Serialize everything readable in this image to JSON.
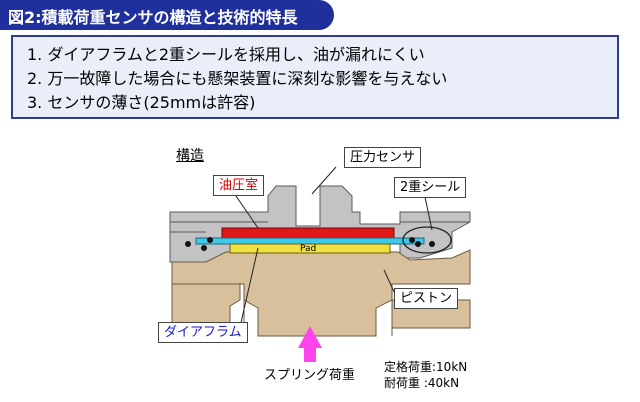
{
  "title": "図2:積載荷重センサの構造と技術的特長",
  "features": [
    "1. ダイアフラムと2重シールを採用し、油が漏れにくい",
    "2. 万一故障した場合にも懸架装置に深刻な影響を与えない",
    "3. センサの薄さ(25mmは許容)"
  ],
  "diagram": {
    "section_label": "構造",
    "pressure_sensor": "圧力センサ",
    "oil_chamber": "油圧室",
    "double_seal": "2重シール",
    "pad": "Pad",
    "piston": "ピストン",
    "diaphragm": "ダイアフラム",
    "spring_load": "スプリング荷重"
  },
  "ratings": {
    "rated_load": "定格荷重:10kN",
    "withstand_load": "耐荷重 :40kN"
  },
  "colors": {
    "title_bg": "#1f2f9b",
    "box_border": "#2d3c95",
    "box_bg": "#e9eef8",
    "piston": "#d8c09c",
    "housing": "#c3c3c3",
    "oil_chamber": "#e01818",
    "pad": "#f0e040",
    "diaphragm": "#40c8e8",
    "arrow": "#ff44ee"
  }
}
